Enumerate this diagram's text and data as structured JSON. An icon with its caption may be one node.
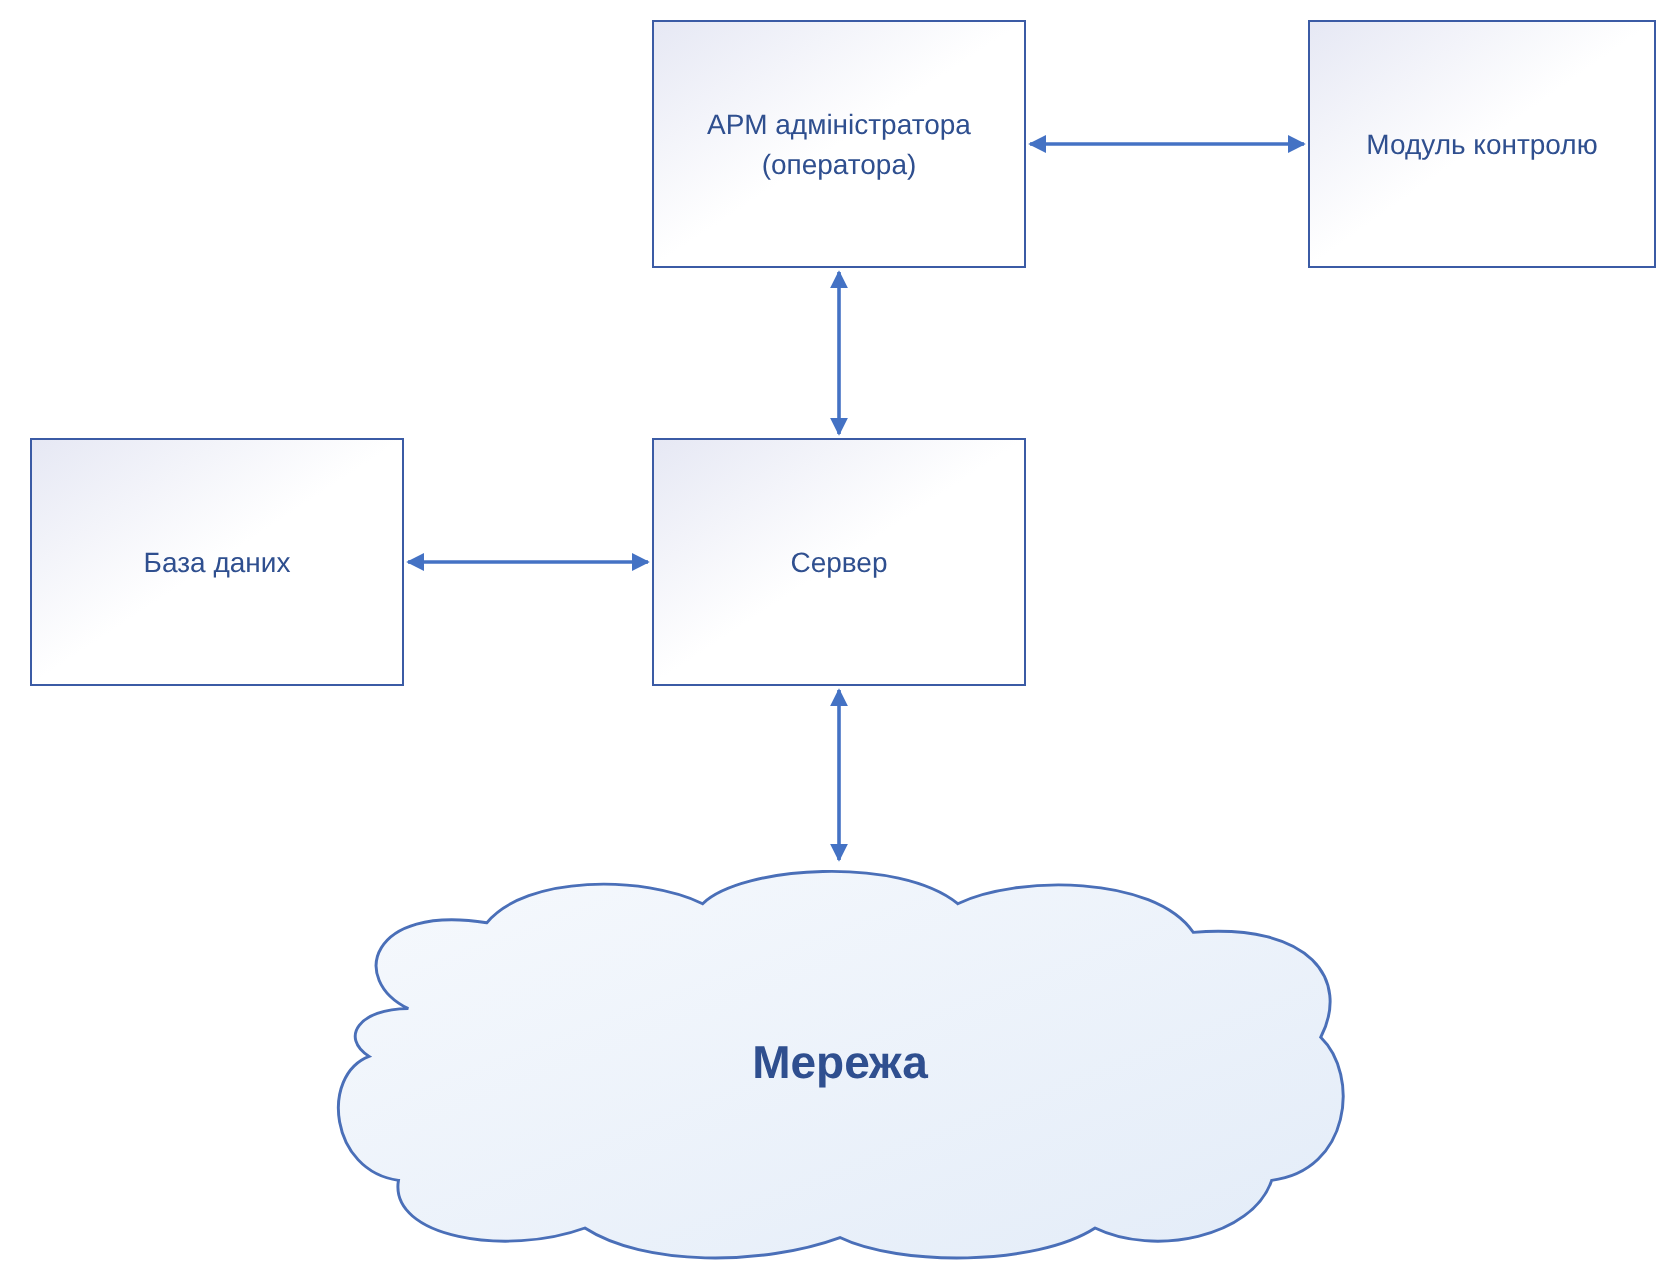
{
  "diagram": {
    "nodes": [
      {
        "text": [
          "АРМ адміністратора (оператора)"
        ]
      },
      {
        "text": [
          "Модуль контролю"
        ]
      },
      {
        "text": [
          "База даних"
        ]
      },
      {
        "text": [
          "Сервер"
        ]
      },
      {
        "text": [
          "Мережа"
        ]
      }
    ],
    "edges": [
      {
        "from": 0,
        "to": 1,
        "arrow": "both"
      },
      {
        "from": 3,
        "to": 0,
        "arrow": "both"
      },
      {
        "from": 2,
        "to": 3,
        "arrow": "both"
      },
      {
        "from": 3,
        "to": 4,
        "arrow": "both"
      }
    ]
  }
}
